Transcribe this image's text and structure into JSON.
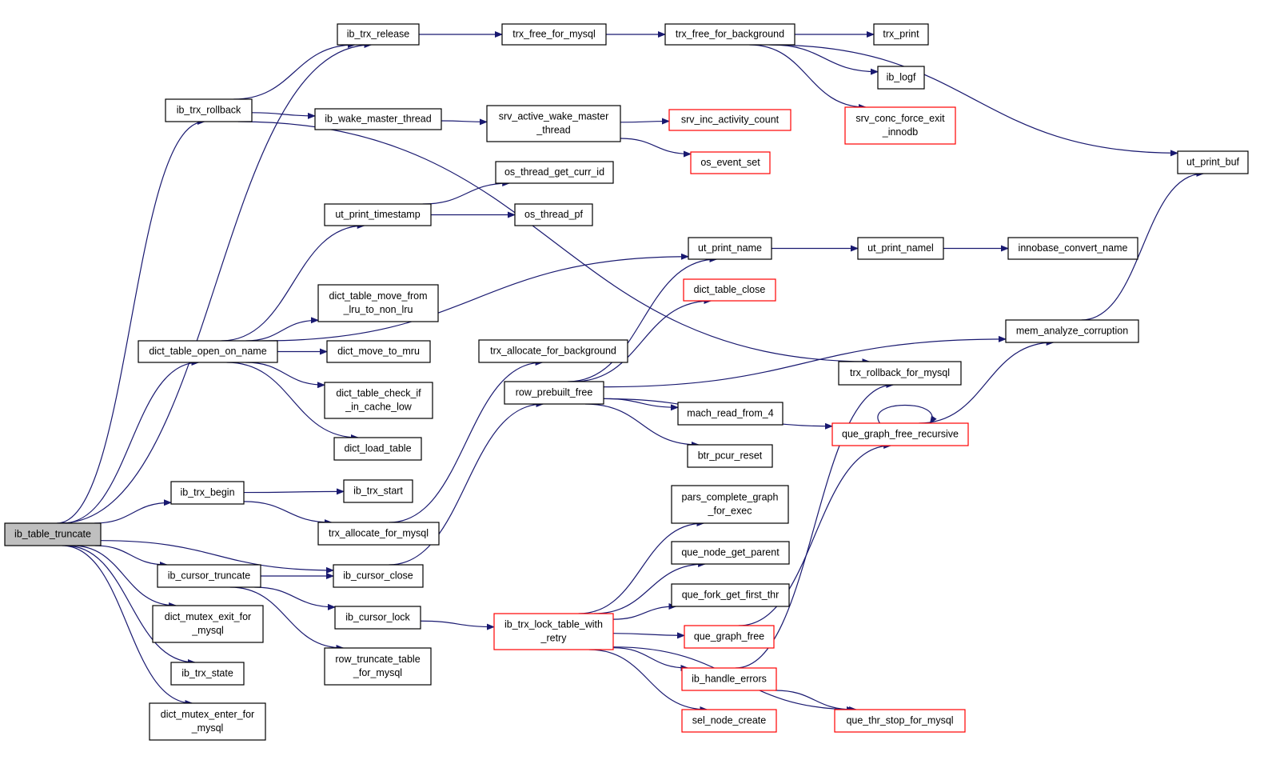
{
  "colors": {
    "edge": "#191970",
    "border": "#000000",
    "border_truncated": "#ff0000",
    "root_fill": "#bfbfbf"
  },
  "nodes": [
    {
      "id": "ib_table_truncate",
      "lines": [
        "ib_table_truncate"
      ],
      "style": "root"
    },
    {
      "id": "ib_trx_release",
      "lines": [
        "ib_trx_release"
      ],
      "style": "normal"
    },
    {
      "id": "trx_free_for_mysql",
      "lines": [
        "trx_free_for_mysql"
      ],
      "style": "normal"
    },
    {
      "id": "trx_free_for_background",
      "lines": [
        "trx_free_for_background"
      ],
      "style": "normal"
    },
    {
      "id": "trx_print",
      "lines": [
        "trx_print"
      ],
      "style": "normal"
    },
    {
      "id": "ib_logf",
      "lines": [
        "ib_logf"
      ],
      "style": "normal"
    },
    {
      "id": "srv_conc_force_exit_innodb",
      "lines": [
        "srv_conc_force_exit",
        "_innodb"
      ],
      "style": "red"
    },
    {
      "id": "ut_print_buf",
      "lines": [
        "ut_print_buf"
      ],
      "style": "normal"
    },
    {
      "id": "ib_trx_rollback",
      "lines": [
        "ib_trx_rollback"
      ],
      "style": "normal"
    },
    {
      "id": "ib_wake_master_thread",
      "lines": [
        "ib_wake_master_thread"
      ],
      "style": "normal"
    },
    {
      "id": "srv_active_wake_master_thread",
      "lines": [
        "srv_active_wake_master",
        "_thread"
      ],
      "style": "normal"
    },
    {
      "id": "srv_inc_activity_count",
      "lines": [
        "srv_inc_activity_count"
      ],
      "style": "red"
    },
    {
      "id": "os_event_set",
      "lines": [
        "os_event_set"
      ],
      "style": "red"
    },
    {
      "id": "os_thread_get_curr_id",
      "lines": [
        "os_thread_get_curr_id"
      ],
      "style": "normal"
    },
    {
      "id": "ut_print_timestamp",
      "lines": [
        "ut_print_timestamp"
      ],
      "style": "normal"
    },
    {
      "id": "os_thread_pf",
      "lines": [
        "os_thread_pf"
      ],
      "style": "normal"
    },
    {
      "id": "ut_print_name",
      "lines": [
        "ut_print_name"
      ],
      "style": "normal"
    },
    {
      "id": "ut_print_namel",
      "lines": [
        "ut_print_namel"
      ],
      "style": "normal"
    },
    {
      "id": "innobase_convert_name",
      "lines": [
        "innobase_convert_name"
      ],
      "style": "normal"
    },
    {
      "id": "dict_table_close",
      "lines": [
        "dict_table_close"
      ],
      "style": "red"
    },
    {
      "id": "dict_table_move_from_lru_to_non_lru",
      "lines": [
        "dict_table_move_from",
        "_lru_to_non_lru"
      ],
      "style": "normal"
    },
    {
      "id": "dict_table_open_on_name",
      "lines": [
        "dict_table_open_on_name"
      ],
      "style": "normal"
    },
    {
      "id": "dict_move_to_mru",
      "lines": [
        "dict_move_to_mru"
      ],
      "style": "normal"
    },
    {
      "id": "trx_allocate_for_background",
      "lines": [
        "trx_allocate_for_background"
      ],
      "style": "normal"
    },
    {
      "id": "mem_analyze_corruption",
      "lines": [
        "mem_analyze_corruption"
      ],
      "style": "normal"
    },
    {
      "id": "trx_rollback_for_mysql",
      "lines": [
        "trx_rollback_for_mysql"
      ],
      "style": "normal"
    },
    {
      "id": "row_prebuilt_free",
      "lines": [
        "row_prebuilt_free"
      ],
      "style": "normal"
    },
    {
      "id": "dict_table_check_if_in_cache_low",
      "lines": [
        "dict_table_check_if",
        "_in_cache_low"
      ],
      "style": "normal"
    },
    {
      "id": "mach_read_from_4",
      "lines": [
        "mach_read_from_4"
      ],
      "style": "normal"
    },
    {
      "id": "que_graph_free_recursive",
      "lines": [
        "que_graph_free_recursive"
      ],
      "style": "red"
    },
    {
      "id": "dict_load_table",
      "lines": [
        "dict_load_table"
      ],
      "style": "normal"
    },
    {
      "id": "btr_pcur_reset",
      "lines": [
        "btr_pcur_reset"
      ],
      "style": "normal"
    },
    {
      "id": "ib_trx_begin",
      "lines": [
        "ib_trx_begin"
      ],
      "style": "normal"
    },
    {
      "id": "ib_trx_start",
      "lines": [
        "ib_trx_start"
      ],
      "style": "normal"
    },
    {
      "id": "pars_complete_graph_for_exec",
      "lines": [
        "pars_complete_graph",
        "_for_exec"
      ],
      "style": "normal"
    },
    {
      "id": "trx_allocate_for_mysql",
      "lines": [
        "trx_allocate_for_mysql"
      ],
      "style": "normal"
    },
    {
      "id": "que_node_get_parent",
      "lines": [
        "que_node_get_parent"
      ],
      "style": "normal"
    },
    {
      "id": "ib_cursor_truncate",
      "lines": [
        "ib_cursor_truncate"
      ],
      "style": "normal"
    },
    {
      "id": "ib_cursor_close",
      "lines": [
        "ib_cursor_close"
      ],
      "style": "normal"
    },
    {
      "id": "que_fork_get_first_thr",
      "lines": [
        "que_fork_get_first_thr"
      ],
      "style": "normal"
    },
    {
      "id": "dict_mutex_exit_for_mysql",
      "lines": [
        "dict_mutex_exit_for",
        "_mysql"
      ],
      "style": "normal"
    },
    {
      "id": "ib_cursor_lock",
      "lines": [
        "ib_cursor_lock"
      ],
      "style": "normal"
    },
    {
      "id": "ib_trx_lock_table_with_retry",
      "lines": [
        "ib_trx_lock_table_with",
        "_retry"
      ],
      "style": "red"
    },
    {
      "id": "que_graph_free",
      "lines": [
        "que_graph_free"
      ],
      "style": "red"
    },
    {
      "id": "row_truncate_table_for_mysql",
      "lines": [
        "row_truncate_table",
        "_for_mysql"
      ],
      "style": "normal"
    },
    {
      "id": "ib_trx_state",
      "lines": [
        "ib_trx_state"
      ],
      "style": "normal"
    },
    {
      "id": "ib_handle_errors",
      "lines": [
        "ib_handle_errors"
      ],
      "style": "red"
    },
    {
      "id": "dict_mutex_enter_for_mysql",
      "lines": [
        "dict_mutex_enter_for",
        "_mysql"
      ],
      "style": "normal"
    },
    {
      "id": "sel_node_create",
      "lines": [
        "sel_node_create"
      ],
      "style": "red"
    },
    {
      "id": "que_thr_stop_for_mysql",
      "lines": [
        "que_thr_stop_for_mysql"
      ],
      "style": "red"
    }
  ],
  "edges": [
    [
      "ib_table_truncate",
      "ib_trx_release"
    ],
    [
      "ib_table_truncate",
      "ib_trx_rollback"
    ],
    [
      "ib_table_truncate",
      "dict_table_open_on_name"
    ],
    [
      "ib_table_truncate",
      "ib_trx_begin"
    ],
    [
      "ib_table_truncate",
      "ib_cursor_close"
    ],
    [
      "ib_table_truncate",
      "ib_cursor_truncate"
    ],
    [
      "ib_table_truncate",
      "dict_mutex_exit_for_mysql"
    ],
    [
      "ib_table_truncate",
      "ib_trx_state"
    ],
    [
      "ib_table_truncate",
      "dict_mutex_enter_for_mysql"
    ],
    [
      "ib_trx_release",
      "trx_free_for_mysql"
    ],
    [
      "trx_free_for_mysql",
      "trx_free_for_background"
    ],
    [
      "trx_free_for_background",
      "trx_print"
    ],
    [
      "trx_free_for_background",
      "ib_logf"
    ],
    [
      "trx_free_for_background",
      "srv_conc_force_exit_innodb"
    ],
    [
      "trx_free_for_background",
      "ut_print_buf"
    ],
    [
      "ib_trx_rollback",
      "ib_trx_release"
    ],
    [
      "ib_trx_rollback",
      "ib_wake_master_thread"
    ],
    [
      "ib_trx_rollback",
      "trx_rollback_for_mysql"
    ],
    [
      "ib_wake_master_thread",
      "srv_active_wake_master_thread"
    ],
    [
      "srv_active_wake_master_thread",
      "srv_inc_activity_count"
    ],
    [
      "srv_active_wake_master_thread",
      "os_event_set"
    ],
    [
      "dict_table_open_on_name",
      "ut_print_timestamp"
    ],
    [
      "dict_table_open_on_name",
      "ut_print_name"
    ],
    [
      "dict_table_open_on_name",
      "dict_table_move_from_lru_to_non_lru"
    ],
    [
      "dict_table_open_on_name",
      "dict_move_to_mru"
    ],
    [
      "dict_table_open_on_name",
      "dict_table_check_if_in_cache_low"
    ],
    [
      "dict_table_open_on_name",
      "dict_load_table"
    ],
    [
      "ut_print_timestamp",
      "os_thread_get_curr_id"
    ],
    [
      "ut_print_timestamp",
      "os_thread_pf"
    ],
    [
      "ut_print_name",
      "ut_print_namel"
    ],
    [
      "ut_print_namel",
      "innobase_convert_name"
    ],
    [
      "mem_analyze_corruption",
      "ut_print_buf"
    ],
    [
      "ib_trx_begin",
      "ib_trx_start"
    ],
    [
      "ib_trx_begin",
      "trx_allocate_for_mysql"
    ],
    [
      "trx_allocate_for_mysql",
      "trx_allocate_for_background"
    ],
    [
      "ib_cursor_close",
      "row_prebuilt_free"
    ],
    [
      "row_prebuilt_free",
      "ut_print_name"
    ],
    [
      "row_prebuilt_free",
      "dict_table_close"
    ],
    [
      "row_prebuilt_free",
      "mem_analyze_corruption"
    ],
    [
      "row_prebuilt_free",
      "mach_read_from_4"
    ],
    [
      "row_prebuilt_free",
      "btr_pcur_reset"
    ],
    [
      "row_prebuilt_free",
      "que_graph_free_recursive"
    ],
    [
      "que_graph_free_recursive",
      "mem_analyze_corruption"
    ],
    [
      "que_graph_free_recursive",
      "que_graph_free_recursive"
    ],
    [
      "ib_cursor_truncate",
      "ib_cursor_close"
    ],
    [
      "ib_cursor_truncate",
      "ib_cursor_lock"
    ],
    [
      "ib_cursor_truncate",
      "row_truncate_table_for_mysql"
    ],
    [
      "ib_cursor_lock",
      "ib_trx_lock_table_with_retry"
    ],
    [
      "ib_trx_lock_table_with_retry",
      "pars_complete_graph_for_exec"
    ],
    [
      "ib_trx_lock_table_with_retry",
      "que_node_get_parent"
    ],
    [
      "ib_trx_lock_table_with_retry",
      "que_fork_get_first_thr"
    ],
    [
      "ib_trx_lock_table_with_retry",
      "que_graph_free"
    ],
    [
      "ib_trx_lock_table_with_retry",
      "ib_handle_errors"
    ],
    [
      "ib_trx_lock_table_with_retry",
      "sel_node_create"
    ],
    [
      "ib_trx_lock_table_with_retry",
      "que_thr_stop_for_mysql"
    ],
    [
      "que_graph_free",
      "que_graph_free_recursive"
    ],
    [
      "ib_handle_errors",
      "trx_rollback_for_mysql"
    ],
    [
      "ib_handle_errors",
      "que_thr_stop_for_mysql"
    ]
  ]
}
